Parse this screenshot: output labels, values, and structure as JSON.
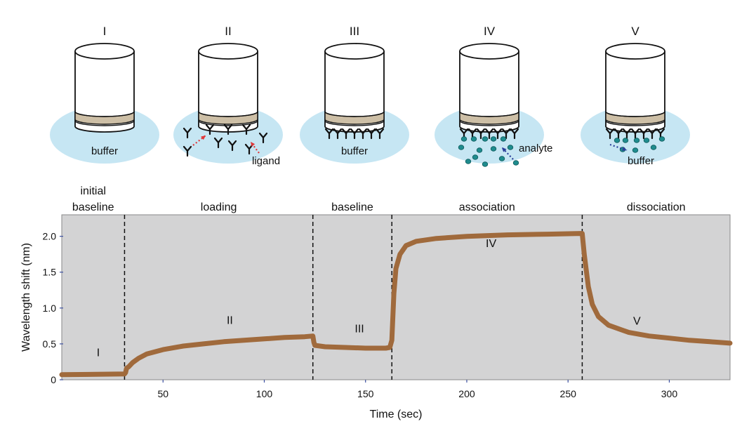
{
  "steps": [
    {
      "roman": "I",
      "label": "buffer",
      "contents": "empty"
    },
    {
      "roman": "II",
      "label": "ligand",
      "contents": "ligand"
    },
    {
      "roman": "III",
      "label": "buffer",
      "contents": "loaded"
    },
    {
      "roman": "IV",
      "label": "analyte",
      "contents": "association"
    },
    {
      "roman": "V",
      "label": "buffer",
      "contents": "dissociation"
    }
  ],
  "colors": {
    "buffer": "#c6e6f3",
    "sensor_band": "#cdbfa6",
    "plot_bg": "#d3d3d4",
    "trace": "#a06a3c",
    "ligand_arrow": "#e0383a",
    "analyte_arrow": "#2b3f9a",
    "analyte_dot": "#1f8c8e"
  },
  "phases": [
    {
      "name": "initial\nbaseline",
      "start": 0,
      "end": 31
    },
    {
      "name": "loading",
      "start": 31,
      "end": 124
    },
    {
      "name": "baseline",
      "start": 124,
      "end": 163
    },
    {
      "name": "association",
      "start": 163,
      "end": 257
    },
    {
      "name": "dissociation",
      "start": 257,
      "end": 330
    }
  ],
  "chart_data": {
    "type": "line",
    "xlabel": "Time (sec)",
    "ylabel": "Wavelength shift (nm)",
    "xlim": [
      0,
      330
    ],
    "ylim": [
      0,
      2.3
    ],
    "xticks": [
      50,
      100,
      150,
      200,
      250,
      300
    ],
    "yticks": [
      0,
      0.5,
      1.0,
      1.5,
      2.0
    ],
    "ytick_labels": [
      "0",
      "0.5",
      "1.0",
      "1.5",
      "2.0"
    ],
    "dividers": [
      31,
      124,
      163,
      257
    ],
    "grid": false,
    "step_labels": [
      {
        "text": "I",
        "x": 18,
        "y": 0.33
      },
      {
        "text": "II",
        "x": 83,
        "y": 0.78
      },
      {
        "text": "III",
        "x": 147,
        "y": 0.66
      },
      {
        "text": "IV",
        "x": 212,
        "y": 1.85
      },
      {
        "text": "V",
        "x": 284,
        "y": 0.77
      }
    ],
    "series": [
      {
        "points": [
          [
            0,
            0.07
          ],
          [
            31,
            0.08
          ],
          [
            31.5,
            0.1
          ],
          [
            32,
            0.16
          ],
          [
            33,
            0.18
          ],
          [
            35,
            0.24
          ],
          [
            38,
            0.3
          ],
          [
            42,
            0.36
          ],
          [
            50,
            0.42
          ],
          [
            60,
            0.47
          ],
          [
            70,
            0.5
          ],
          [
            80,
            0.53
          ],
          [
            90,
            0.55
          ],
          [
            100,
            0.57
          ],
          [
            110,
            0.59
          ],
          [
            120,
            0.6
          ],
          [
            124,
            0.61
          ],
          [
            124.5,
            0.52
          ],
          [
            125,
            0.48
          ],
          [
            130,
            0.46
          ],
          [
            140,
            0.45
          ],
          [
            150,
            0.44
          ],
          [
            160,
            0.44
          ],
          [
            162,
            0.45
          ],
          [
            163,
            0.55
          ],
          [
            164,
            1.2
          ],
          [
            165,
            1.55
          ],
          [
            167,
            1.75
          ],
          [
            170,
            1.87
          ],
          [
            175,
            1.93
          ],
          [
            185,
            1.97
          ],
          [
            200,
            2.0
          ],
          [
            220,
            2.02
          ],
          [
            240,
            2.03
          ],
          [
            256,
            2.04
          ],
          [
            257,
            2.04
          ],
          [
            258,
            1.75
          ],
          [
            260,
            1.3
          ],
          [
            262,
            1.05
          ],
          [
            265,
            0.88
          ],
          [
            270,
            0.76
          ],
          [
            280,
            0.66
          ],
          [
            290,
            0.61
          ],
          [
            300,
            0.58
          ],
          [
            310,
            0.55
          ],
          [
            320,
            0.53
          ],
          [
            330,
            0.51
          ]
        ]
      }
    ]
  }
}
